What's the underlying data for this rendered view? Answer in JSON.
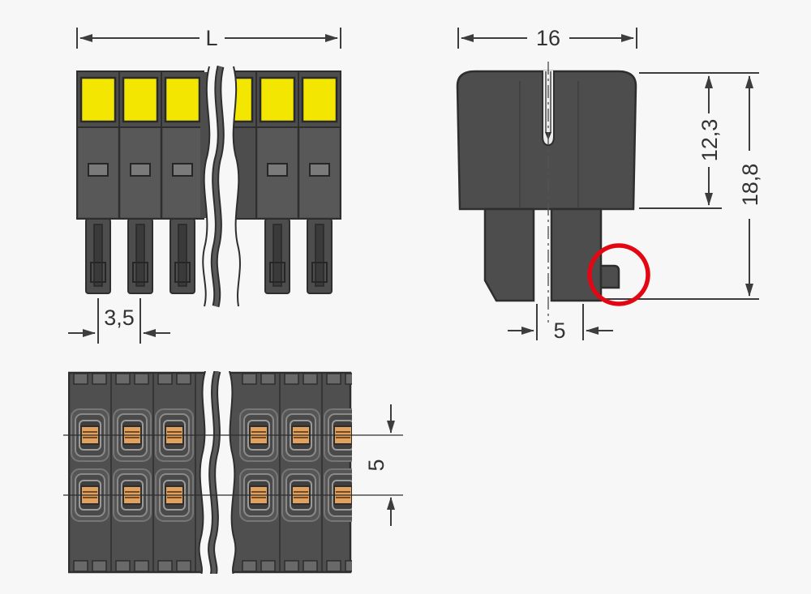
{
  "drawing": {
    "type": "connector-dimensional-drawing",
    "views": {
      "front": "front view with push buttons",
      "side": "side view with latch highlighted",
      "bottom": "bottom view with contact openings"
    },
    "dims": {
      "overall_length": "L",
      "pitch_front": "3,5",
      "side_width": "16",
      "side_height_upper": "12,3",
      "side_height_total": "18,8",
      "side_pitch": "5",
      "bottom_row_spacing": "5"
    },
    "colors": {
      "background": "#f7f7f7",
      "body_dark": "#4d4d4d",
      "button_yellow": "#f3e600",
      "contact_orange": "#e2a25f",
      "highlight_red": "#e30613",
      "outline": "#2e2e2e",
      "dimension": "#3d3d3d"
    }
  }
}
